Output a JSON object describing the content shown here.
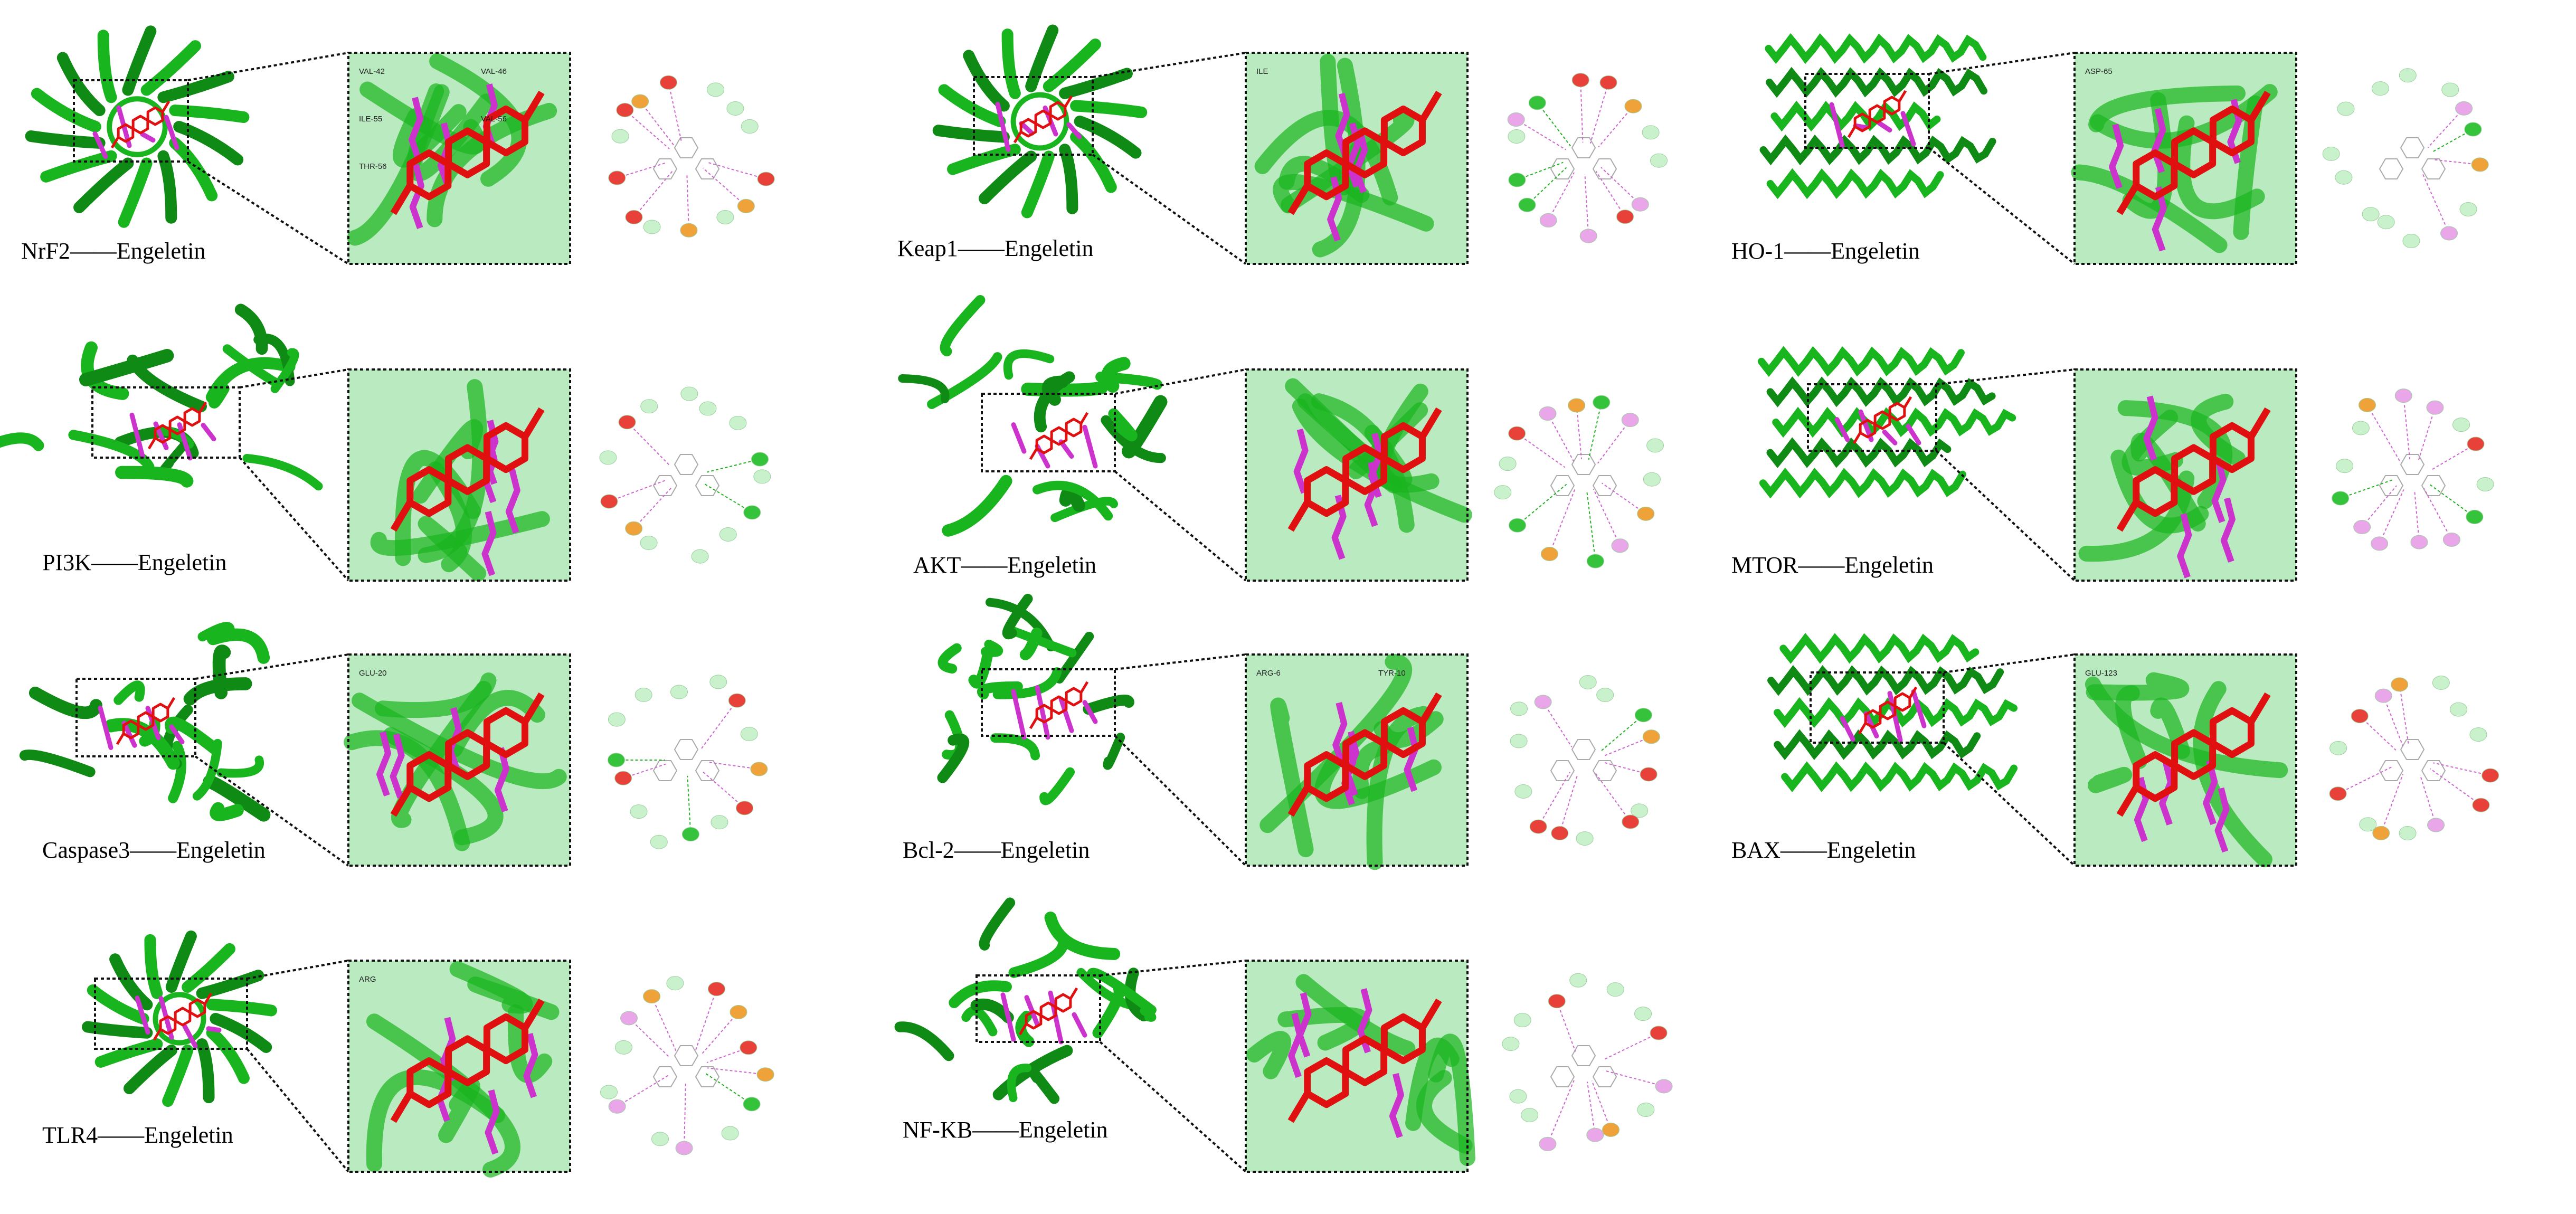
{
  "colors": {
    "protein": "#19b51e",
    "protein_dark": "#0f8a14",
    "protein_light": "#7fd98c",
    "ligand": "#e01010",
    "residue": "#cc33cc",
    "node_vdw": "#c9f2cc",
    "node_hbond": "#35c33b",
    "node_alkyl": "#e9a6e9",
    "node_unfav": "#e8413a",
    "node_pi": "#f0a23a",
    "hbond_line": "#20b020",
    "alkyl_line": "#cc66cc"
  },
  "panels": [
    {
      "title": "NrF2——Engeletin",
      "residue_labels": [
        "VAL-42",
        "VAL-46",
        "ILE-55",
        "VAL-56",
        "THR-56"
      ]
    },
    {
      "title": "Keap1——Engeletin",
      "residue_labels": [
        "ILE"
      ]
    },
    {
      "title": "HO-1——Engeletin",
      "residue_labels": [
        "ASP-65"
      ]
    },
    {
      "title": "PI3K——Engeletin",
      "residue_labels": []
    },
    {
      "title": "AKT——Engeletin",
      "residue_labels": []
    },
    {
      "title": "MTOR——Engeletin",
      "residue_labels": []
    },
    {
      "title": "Caspase3——Engeletin",
      "residue_labels": [
        "GLU-20"
      ]
    },
    {
      "title": "Bcl-2——Engeletin",
      "residue_labels": [
        "ARG-6",
        "TYR-10"
      ]
    },
    {
      "title": "BAX——Engeletin",
      "residue_labels": [
        "GLU-123"
      ]
    },
    {
      "title": "TLR4——Engeletin",
      "residue_labels": [
        "ARG"
      ]
    },
    {
      "title": "NF-KB——Engeletin",
      "residue_labels": []
    }
  ]
}
